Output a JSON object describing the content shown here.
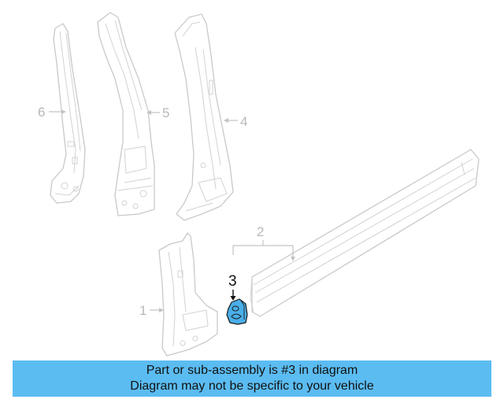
{
  "diagram": {
    "callouts": {
      "p1": "1",
      "p2": "2",
      "p3": "3",
      "p4": "4",
      "p5": "5",
      "p6": "6"
    },
    "highlighted_part": "3",
    "highlight_color": "#4aaee8"
  },
  "banner": {
    "line1": "Part or sub-assembly is #3 in diagram",
    "line2": "Diagram may not be specific to your vehicle",
    "background": "#5bbcf2"
  }
}
